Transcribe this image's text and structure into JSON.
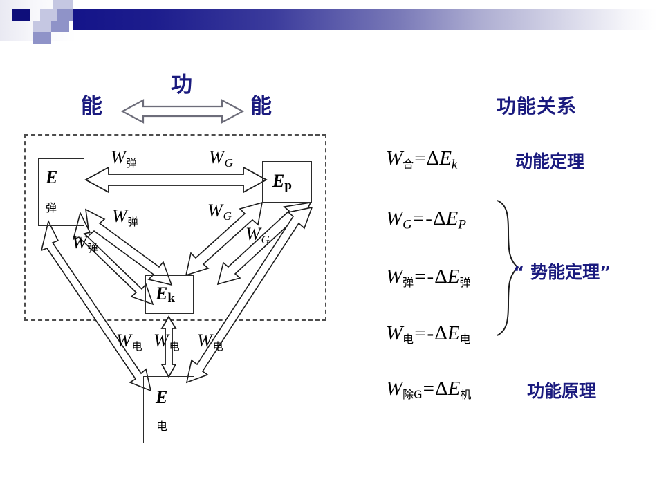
{
  "slide": {
    "title_right": "功能关系",
    "top_diagram": {
      "left_label": "能",
      "right_label": "能",
      "arrow_label": "功",
      "arrow_icon": "double-headed-arrow-icon"
    }
  },
  "theme": {
    "navy": "#1a1a7e",
    "gradient_start": "#141489",
    "gradient_end": "#ffffff",
    "line_color": "#2b2b2b",
    "dashed_border": "#4d4d4d"
  },
  "diagram": {
    "boxes": [
      {
        "id": "E-tan",
        "main": "E",
        "sub": "弹",
        "sub_type": "cn"
      },
      {
        "id": "E-p",
        "main": "E",
        "sub": "p",
        "sub_type": "latin"
      },
      {
        "id": "E-k",
        "main": "E",
        "sub": "k",
        "sub_type": "latin"
      },
      {
        "id": "E-dian",
        "main": "E",
        "sub": "电",
        "sub_type": "cn"
      }
    ],
    "arrow_labels": [
      {
        "id": "w-top-tan",
        "w": "W",
        "sub": "弹",
        "sub_type": "cn"
      },
      {
        "id": "w-top-g",
        "w": "W",
        "sub": "G",
        "sub_type": "latin"
      },
      {
        "id": "w-mid-tan",
        "w": "W",
        "sub": "弹",
        "sub_type": "cn"
      },
      {
        "id": "w-left-tan",
        "w": "W",
        "sub": "弹",
        "sub_type": "cn"
      },
      {
        "id": "w-mid-g",
        "w": "W",
        "sub": "G",
        "sub_type": "latin"
      },
      {
        "id": "w-right-g",
        "w": "W",
        "sub": "G",
        "sub_type": "latin"
      },
      {
        "id": "w-d-left",
        "w": "W",
        "sub": "电",
        "sub_type": "cn"
      },
      {
        "id": "w-d-mid",
        "w": "W",
        "sub": "电",
        "sub_type": "cn"
      },
      {
        "id": "w-d-right",
        "w": "W",
        "sub": "电",
        "sub_type": "cn"
      }
    ]
  },
  "equations": [
    {
      "id": "eq-1",
      "lhs_w": "W",
      "lhs_sub": "合",
      "lhs_sub_type": "cn",
      "op": "=",
      "sign": "",
      "rhs_delta": "Δ",
      "rhs_e": "E",
      "rhs_sub": "k",
      "rhs_sub_type": "latin",
      "name": "动能定理"
    },
    {
      "id": "eq-2",
      "lhs_w": "W",
      "lhs_sub": "G",
      "lhs_sub_type": "latin",
      "op": "=",
      "sign": "-",
      "rhs_delta": "Δ",
      "rhs_e": "E",
      "rhs_sub": "P",
      "rhs_sub_type": "latin",
      "name": ""
    },
    {
      "id": "eq-3",
      "lhs_w": "W",
      "lhs_sub": "弹",
      "lhs_sub_type": "cn",
      "op": "=",
      "sign": "-",
      "rhs_delta": "Δ",
      "rhs_e": "E",
      "rhs_sub": "弹",
      "rhs_sub_type": "cn",
      "name": "“ 势能定理”"
    },
    {
      "id": "eq-4",
      "lhs_w": "W",
      "lhs_sub": "电",
      "lhs_sub_type": "cn",
      "op": "=",
      "sign": "-",
      "rhs_delta": "Δ",
      "rhs_e": "E",
      "rhs_sub": "电",
      "rhs_sub_type": "cn",
      "name": ""
    },
    {
      "id": "eq-5",
      "lhs_w": "W",
      "lhs_sub": "除G",
      "lhs_sub_type": "mixed",
      "op": "=",
      "sign": "",
      "rhs_delta": "Δ",
      "rhs_e": "E",
      "rhs_sub": "机",
      "rhs_sub_type": "cn",
      "name": "功能原理"
    }
  ],
  "eq_names": {
    "kinetic": "动能定理",
    "potential": "“ 势能定理”",
    "work_energy": "功能原理"
  }
}
